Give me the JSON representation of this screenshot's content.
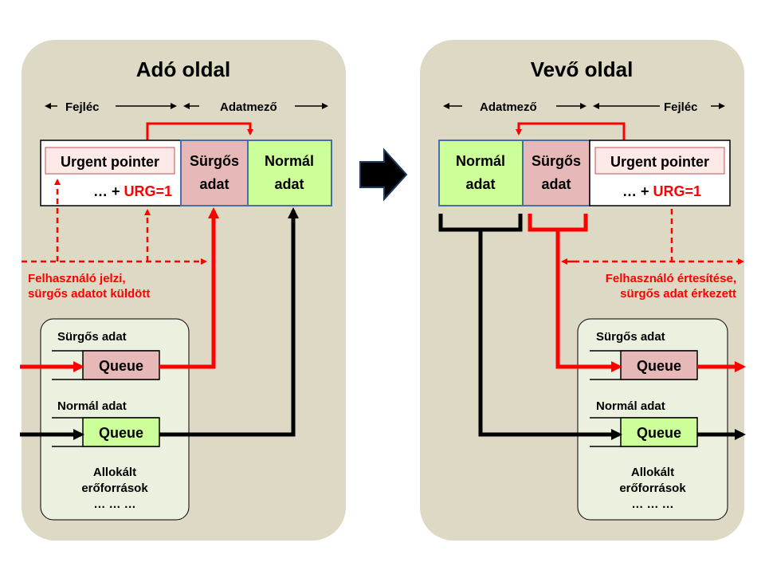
{
  "colors": {
    "panel": "#ddd9c4",
    "resources": "#ebf1de",
    "urgent_fill": "#e6b9b8",
    "normal_fill": "#ccff99",
    "pointer_fill": "#fde9e8",
    "accent_red": "#ff0000",
    "border_blue": "#4a6fa5"
  },
  "sender": {
    "title": "Adó oldal",
    "header_label": "Fejléc",
    "data_label": "Adatmező",
    "urgent_pointer": "Urgent pointer",
    "urg_prefix": "… + ",
    "urg_flag": "URG=1",
    "urgent_data": [
      "Sürgős",
      "adat"
    ],
    "normal_data": [
      "Normál",
      "adat"
    ],
    "note": [
      "Felhasználó jelzi,",
      "sürgős adatot küldött"
    ],
    "urgent_queue_label": "Sürgős adat",
    "normal_queue_label": "Normál adat",
    "queue": "Queue",
    "resources": [
      "Allokált",
      "erőforrások",
      "… … …"
    ]
  },
  "transition_icon": "right-arrow-icon",
  "receiver": {
    "title": "Vevő oldal",
    "header_label": "Fejléc",
    "data_label": "Adatmező",
    "urgent_pointer": "Urgent pointer",
    "urg_prefix": "… + ",
    "urg_flag": "URG=1",
    "urgent_data": [
      "Sürgős",
      "adat"
    ],
    "normal_data": [
      "Normál",
      "adat"
    ],
    "note": [
      "Felhasználó értesítése,",
      "sürgős adat érkezett"
    ],
    "urgent_queue_label": "Sürgős adat",
    "normal_queue_label": "Normál adat",
    "queue": "Queue",
    "resources": [
      "Allokált",
      "erőforrások",
      "… … …"
    ]
  }
}
